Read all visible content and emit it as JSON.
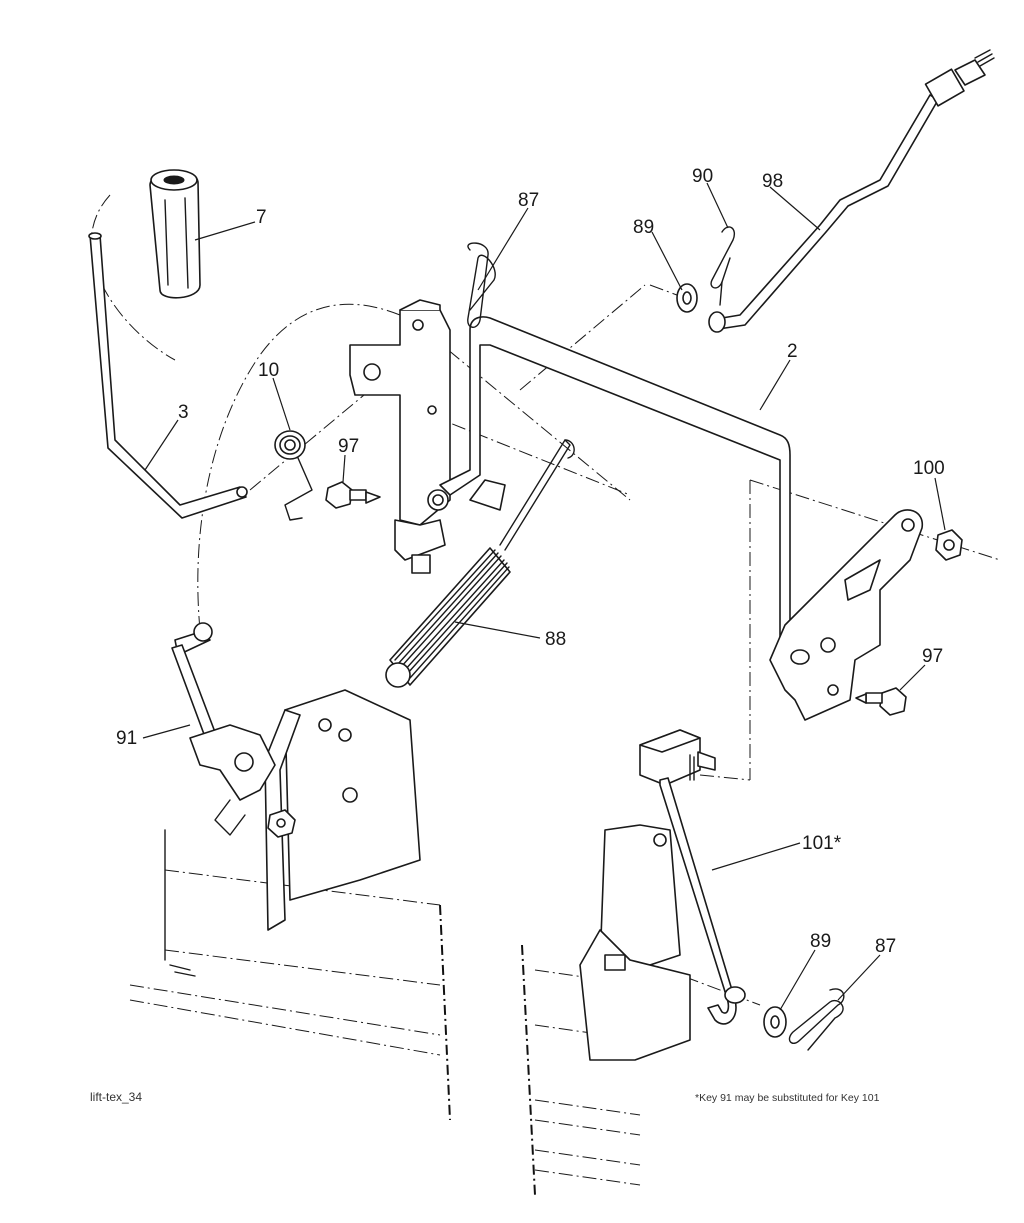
{
  "figure_id": "lift-tex_34",
  "footnote": "*Key 91 may be substituted for Key 101",
  "callouts": {
    "k2": "2",
    "k3": "3",
    "k7": "7",
    "k10": "10",
    "k87_top": "87",
    "k87_bottom": "87",
    "k88": "88",
    "k89_top": "89",
    "k89_bottom": "89",
    "k90": "90",
    "k91": "91",
    "k97_left": "97",
    "k97_right": "97",
    "k98": "98",
    "k100": "100",
    "k101": "101*"
  }
}
